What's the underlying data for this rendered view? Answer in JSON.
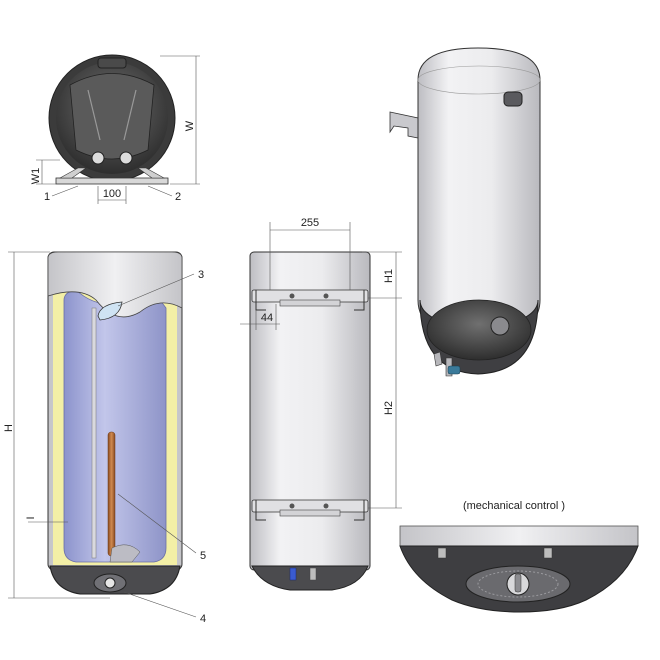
{
  "dimensions": {
    "w": "W",
    "w1": "W1",
    "h": "H",
    "h1": "H1",
    "h2": "H2",
    "i": "I",
    "mount_spacing": "255",
    "base_width": "100",
    "bracket_offset": "44"
  },
  "callouts": [
    "1",
    "2",
    "3",
    "4",
    "5"
  ],
  "labels": {
    "mechanical_control": "(mechanical control )"
  },
  "colors": {
    "shell": "#e9e9eb",
    "shell_dark": "#c9c9cd",
    "inner_tank": "#aab0dc",
    "insulation": "#f3efa6",
    "base_dark": "#3a3a3a"
  }
}
